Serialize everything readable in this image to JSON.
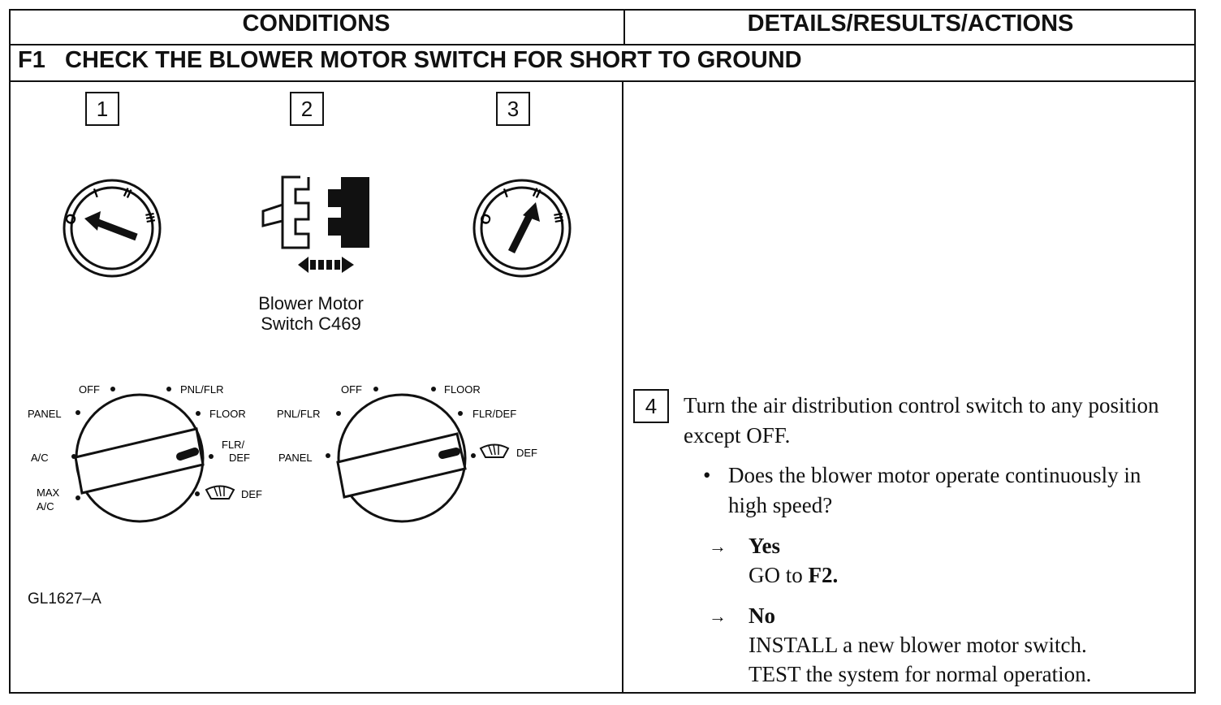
{
  "header": {
    "conditions": "CONDITIONS",
    "details": "DETAILS/RESULTS/ACTIONS"
  },
  "step_title": {
    "code": "F1",
    "text": "CHECK THE BLOWER MOTOR SWITCH FOR SHORT TO GROUND"
  },
  "figure": {
    "steps": [
      "1",
      "2",
      "3"
    ],
    "blower_dial_marks": [
      "O",
      "I",
      "II",
      "III"
    ],
    "connector_caption_line1": "Blower Motor",
    "connector_caption_line2": "Switch C469",
    "knob_left_labels": {
      "off": "OFF",
      "pnl_flr": "PNL/FLR",
      "panel": "PANEL",
      "floor": "FLOOR",
      "ac": "A/C",
      "flr_def_1": "FLR/",
      "flr_def_2": "DEF",
      "max_ac_1": "MAX",
      "max_ac_2": "A/C",
      "def": "DEF"
    },
    "knob_right_labels": {
      "off": "OFF",
      "floor": "FLOOR",
      "pnl_flr": "PNL/FLR",
      "flr_def": "FLR/DEF",
      "panel": "PANEL",
      "def": "DEF"
    },
    "figure_id": "GL1627–A"
  },
  "details": {
    "step_number": "4",
    "instruction": "Turn the air distribution control switch to any position except OFF.",
    "bullet": "•",
    "question": "Does the blower motor operate continuously in high speed?",
    "arrow": "→",
    "yes_label": "Yes",
    "yes_action_prefix": "GO to ",
    "yes_action_target": "F2.",
    "no_label": "No",
    "no_action_line1": "INSTALL a new blower motor switch.",
    "no_action_line2": "TEST the system for normal operation."
  }
}
